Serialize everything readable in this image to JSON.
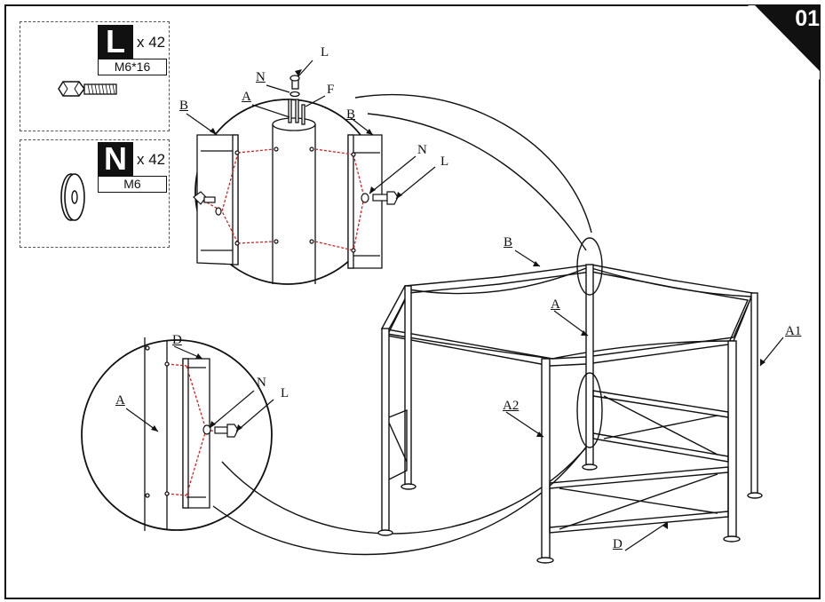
{
  "step": {
    "number": "01"
  },
  "parts": [
    {
      "code": "L",
      "qty": "x 42",
      "spec": "M6*16",
      "icon": "bolt-icon"
    },
    {
      "code": "N",
      "qty": "x 42",
      "spec": "M6",
      "icon": "washer-icon"
    }
  ],
  "callouts": {
    "top_detail": {
      "L": "L",
      "N": "N",
      "F": "F",
      "A": "A",
      "B_left": "B",
      "B_right": "B",
      "N_right": "N",
      "L_right": "L"
    },
    "left_detail": {
      "D": "D",
      "A": "A",
      "N": "N",
      "L": "L"
    },
    "frame": {
      "B": "B",
      "A": "A",
      "A1": "A1",
      "A2": "A2",
      "D": "D"
    }
  },
  "colors": {
    "ink": "#111111",
    "bolt_path": "#d22222",
    "badge": "#111111"
  }
}
